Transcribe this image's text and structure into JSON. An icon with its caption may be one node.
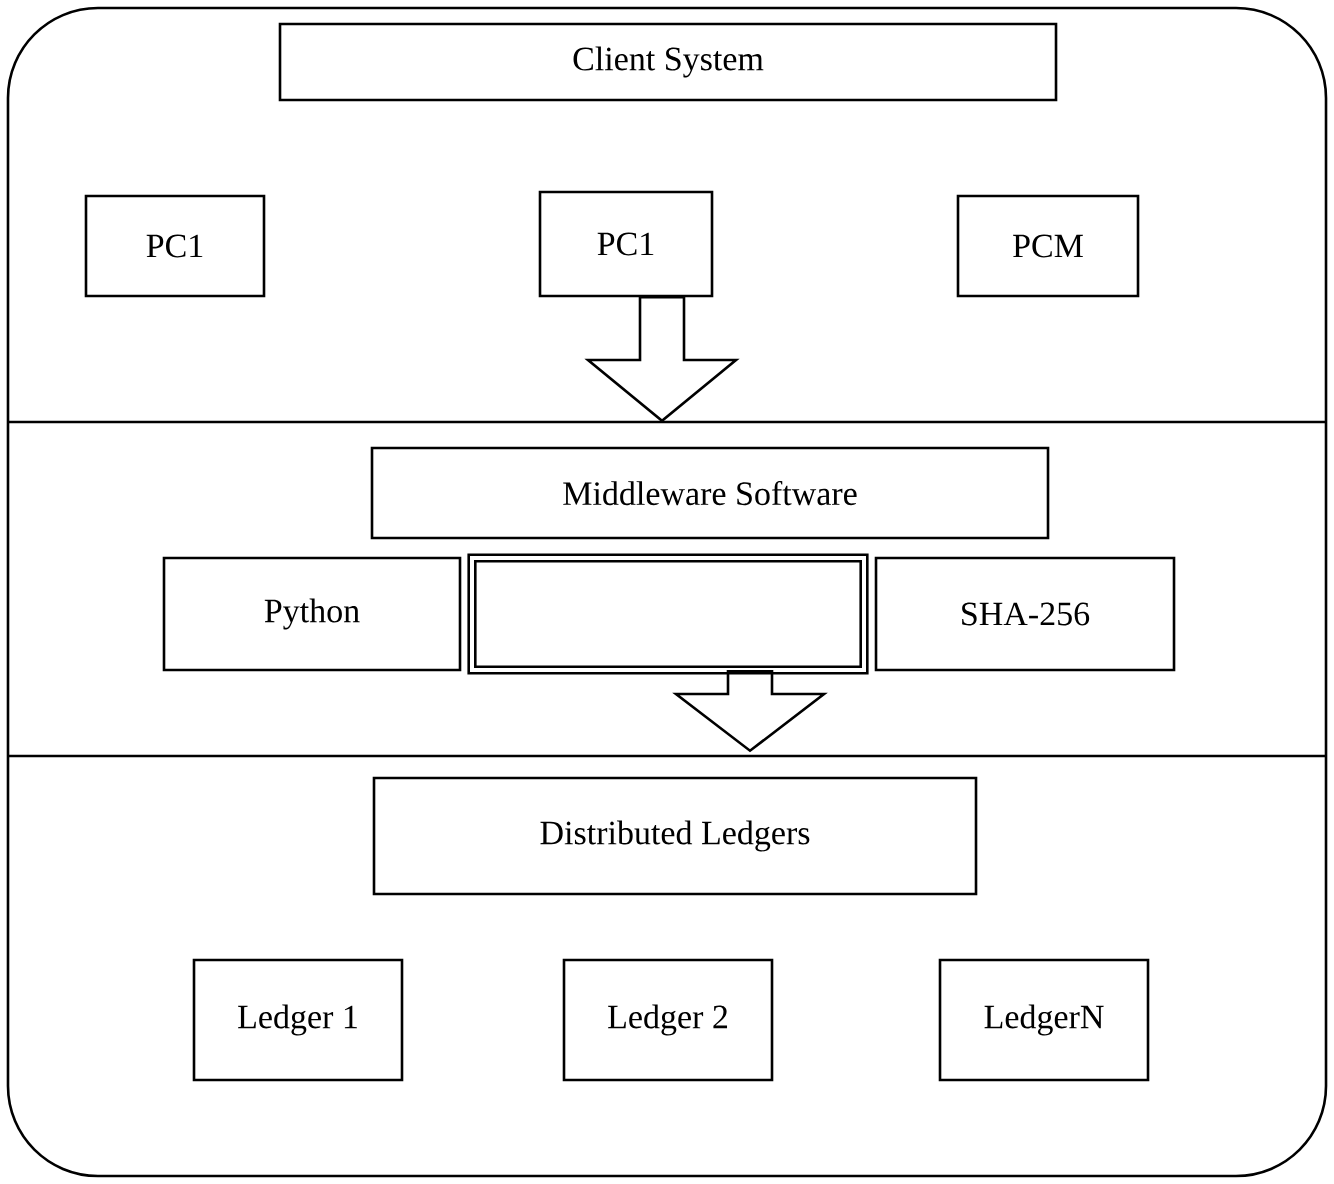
{
  "diagram": {
    "nodes": [
      {
        "text": [
          "Client System"
        ]
      },
      {
        "text": [
          "PC1"
        ]
      },
      {
        "text": [
          "PC1"
        ]
      },
      {
        "text": [
          "PCM"
        ]
      },
      {
        "text": [
          "Middleware Software"
        ]
      },
      {
        "text": [
          "Python"
        ]
      },
      {
        "text": [],
        "shape": "box"
      },
      {
        "text": [
          "SHA-256"
        ]
      },
      {
        "text": [
          "Distributed Ledgers"
        ]
      },
      {
        "text": [
          "Ledger 1"
        ]
      },
      {
        "text": [
          "Ledger 2"
        ]
      },
      {
        "text": [
          "LedgerN"
        ]
      }
    ],
    "edges": [
      {
        "from": 2,
        "to": 4,
        "arrow": "to"
      },
      {
        "from": 6,
        "to": 8,
        "arrow": "to"
      }
    ]
  }
}
